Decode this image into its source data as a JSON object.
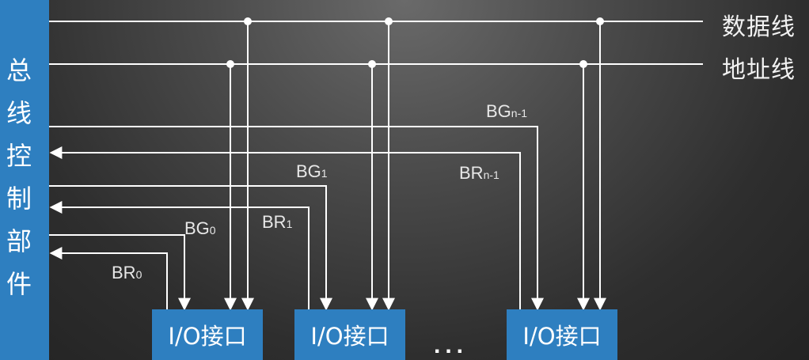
{
  "controller": {
    "label": "总线控制部件"
  },
  "buses": {
    "data": "数据线",
    "address": "地址线"
  },
  "signals": {
    "bg0": {
      "main": "BG",
      "sub": "0"
    },
    "br0": {
      "main": "BR",
      "sub": "0"
    },
    "bg1": {
      "main": "BG",
      "sub": "1"
    },
    "br1": {
      "main": "BR",
      "sub": "1"
    },
    "bgn": {
      "main": "BG",
      "sub": "n-1"
    },
    "brn": {
      "main": "BR",
      "sub": "n-1"
    }
  },
  "interfaces": [
    "I/O接口",
    "I/O接口",
    "I/O接口"
  ],
  "ellipsis": "..."
}
